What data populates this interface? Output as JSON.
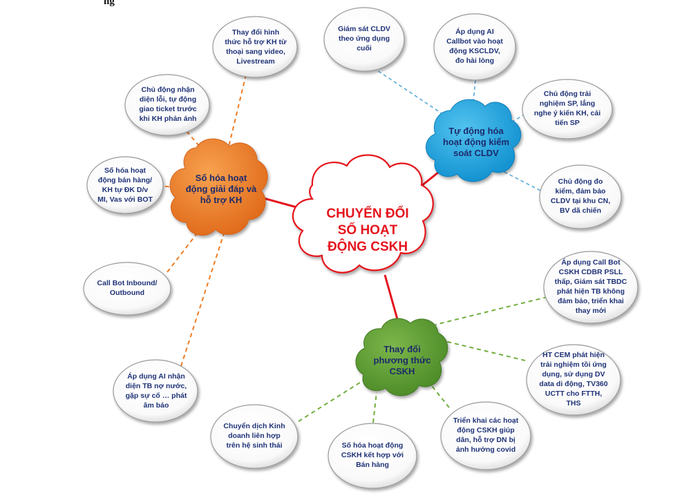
{
  "top_text": "ng",
  "center": {
    "label": "CHUYỂN ĐỔI SỐ HOẠT ĐỘNG CSKH",
    "text_color": "#e5141d",
    "outline": "#e5141d"
  },
  "branches": [
    {
      "label": "Số hóa hoạt động giải đáp và hỗ trợ KH",
      "color": "#ef7b22",
      "items": [
        "Thay đổi hình thức hỗ trợ KH từ thoại sang video, Livestream",
        "Chủ động nhận diện lỗi, tự động giao ticket trước khi KH phản ánh",
        "Số hóa hoạt động bán hàng/ KH tự ĐK D/v MI, Vas với BOT",
        "Call Bot Inbound/ Outbound",
        "Áp dụng AI nhận diện TB nợ nước, gặp sự cố … phát âm báo"
      ]
    },
    {
      "label": "Tự động hóa hoạt động kiểm soát CLDV",
      "color": "#1aa3de",
      "items": [
        "Giám sát CLDV theo ứng dụng cuối",
        "Áp dụng AI Callbot vào hoạt động KSCLDV, đo hài lòng",
        "Chủ động trải nghiệm SP, lắng nghe ý kiến KH, cải tiến SP",
        "Chủ động đo kiểm, đảm bảo CLDV tại khu CN, BV dã chiến"
      ]
    },
    {
      "label": "Thay đổi phương thức CSKH",
      "color": "#5c9a34",
      "items": [
        "Áp dụng Call Bot CSKH CDBR PSLL thấp, Giám sát TBDC phát hiện TB không đảm bảo, triển khai thay mới",
        "HT CEM phát hiện trải nghiệm tồi ứng dụng, sử dụng DV data di động, TV360 UCTT cho FTTH, THS",
        "Triển khai các hoạt động CSKH giúp dân, hỗ trợ DN bị ảnh hưởng covid",
        "Số hóa hoạt động CSKH kết hợp với Bán hàng",
        "Chuyển dịch Kinh doanh liên hợp trên hệ sinh thái"
      ]
    }
  ],
  "bubble_text_color": "#1f3277"
}
